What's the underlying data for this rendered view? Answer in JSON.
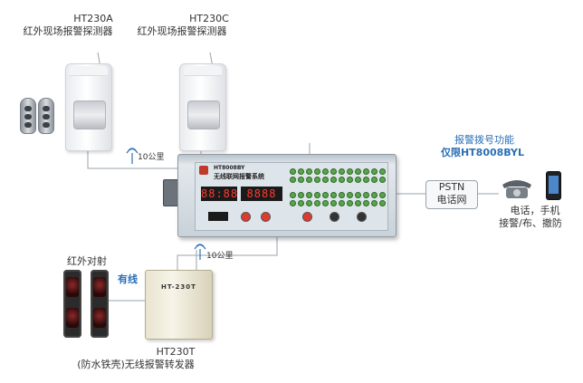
{
  "labels": {
    "ht230a_model": "HT230A",
    "ht230a_desc": "红外现场报警探测器",
    "ht230c_model": "HT230C",
    "ht230c_desc": "红外现场报警探测器",
    "wireless_range_top": "10公里",
    "wireless_range_mid": "10公里",
    "dialing_title": "报警拨号功能",
    "dialing_model": "仅限HT8008BYL",
    "pstn_line1": "PSTN",
    "pstn_line2": "电话网",
    "phone_line1": "电话，手机",
    "phone_line2": "接警/布、撤防",
    "infrared_beam": "红外对射",
    "wired": "有线",
    "ht230t_model": "HT230T",
    "ht230t_desc": "(防水铁壳)无线报警转发器",
    "box_plate": "HT-230T",
    "panel_model": "HT8008BY",
    "panel_title": "无线联网报警系统",
    "display_left": "88:88",
    "display_right": "8888"
  },
  "colors": {
    "accent_blue": "#2a6fb5",
    "wire": "#9aa3ab",
    "led_green": "#58a54b",
    "display_red": "#ff3b2f"
  },
  "icons": [
    "antenna-icon",
    "telephone-icon",
    "mobile-phone-icon",
    "remote-control-icon"
  ]
}
